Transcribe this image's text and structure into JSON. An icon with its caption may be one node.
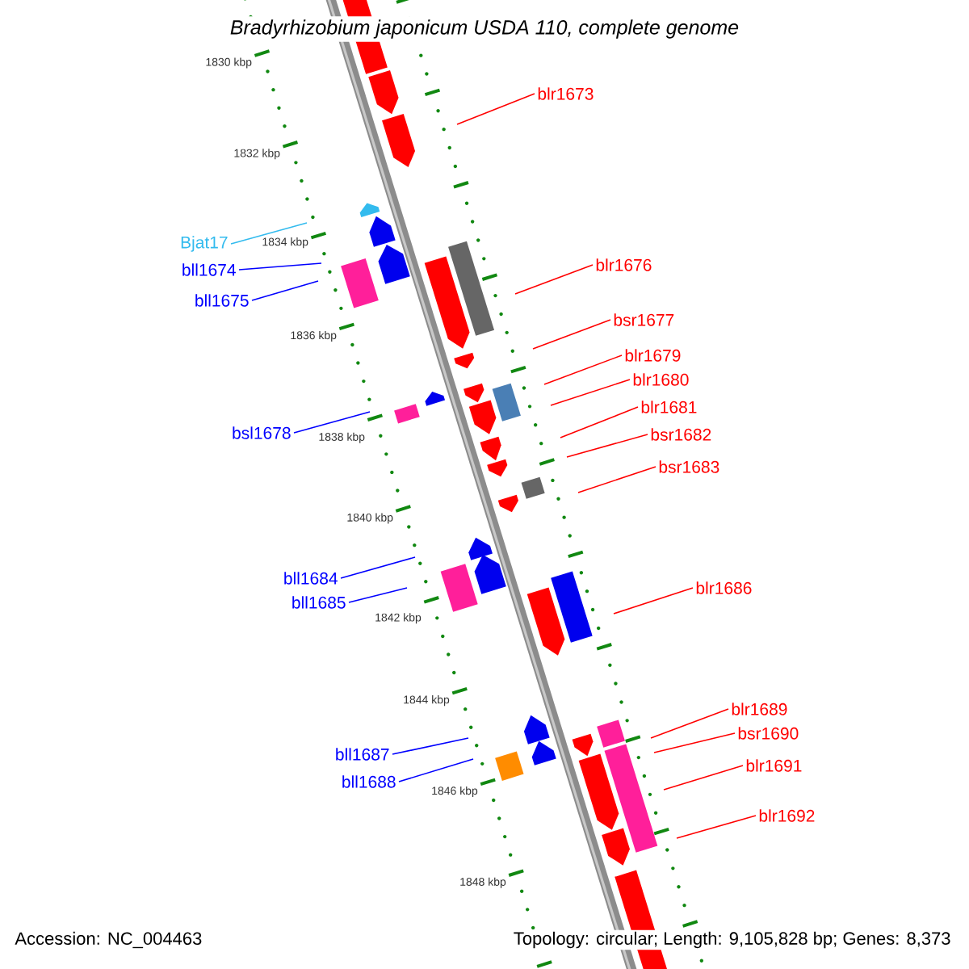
{
  "diagram": {
    "title": "Bradyrhizobium japonicum USDA 110, complete genome",
    "nodes": [
      {
        "text": [
          "blr1673"
        ]
      },
      {
        "text": [
          "Bjat17"
        ]
      },
      {
        "text": [
          "blr1676"
        ]
      },
      {
        "text": [
          "bll1674"
        ]
      },
      {
        "text": [
          "bll1675"
        ]
      },
      {
        "text": [
          "bsr1677"
        ]
      },
      {
        "text": [
          "blr1679"
        ]
      },
      {
        "text": [
          "blr1680"
        ]
      },
      {
        "text": [
          "blr1681"
        ]
      },
      {
        "text": [
          "bsl1678"
        ]
      },
      {
        "text": [
          "bsr1682"
        ]
      },
      {
        "text": [
          "bsr1683"
        ]
      },
      {
        "text": [
          "bll1684"
        ]
      },
      {
        "text": [
          "blr1686"
        ]
      },
      {
        "text": [
          "bll1685"
        ]
      },
      {
        "text": [
          "blr1689"
        ]
      },
      {
        "text": [
          "bsr1690"
        ]
      },
      {
        "text": [
          "bll1687"
        ]
      },
      {
        "text": [
          "blr1691"
        ]
      },
      {
        "text": [
          "bll1688"
        ]
      },
      {
        "text": [
          "blr1692"
        ]
      }
    ],
    "edges": [
      {
        "from": 0,
        "to": null,
        "arrow": "none"
      },
      {
        "from": 1,
        "to": null,
        "arrow": "none",
        "color": "#33bbee"
      },
      {
        "from": 2,
        "to": null,
        "arrow": "none"
      },
      {
        "from": 3,
        "to": null,
        "arrow": "none",
        "color": "#0000ff"
      },
      {
        "from": 4,
        "to": null,
        "arrow": "none",
        "color": "#0000ff"
      },
      {
        "from": 5,
        "to": null,
        "arrow": "none"
      },
      {
        "from": 6,
        "to": null,
        "arrow": "none"
      },
      {
        "from": 7,
        "to": null,
        "arrow": "none"
      },
      {
        "from": 8,
        "to": null,
        "arrow": "none"
      },
      {
        "from": 9,
        "to": null,
        "arrow": "none",
        "color": "#0000ff"
      },
      {
        "from": 10,
        "to": null,
        "arrow": "none"
      },
      {
        "from": 11,
        "to": null,
        "arrow": "none"
      },
      {
        "from": 12,
        "to": null,
        "arrow": "none",
        "color": "#0000ff"
      },
      {
        "from": 13,
        "to": null,
        "arrow": "none"
      },
      {
        "from": 14,
        "to": null,
        "arrow": "none",
        "color": "#0000ff"
      },
      {
        "from": 15,
        "to": null,
        "arrow": "none"
      },
      {
        "from": 16,
        "to": null,
        "arrow": "none"
      },
      {
        "from": 17,
        "to": null,
        "arrow": "none",
        "color": "#0000ff"
      },
      {
        "from": 18,
        "to": null,
        "arrow": "none"
      },
      {
        "from": 19,
        "to": null,
        "arrow": "none",
        "color": "#0000ff"
      },
      {
        "from": 20,
        "to": null,
        "arrow": "none"
      }
    ],
    "labels": [
      "1830 kbp",
      "1832 kbp",
      "1834 kbp",
      "1836 kbp",
      "1838 kbp",
      "1840 kbp",
      "1842 kbp",
      "1844 kbp",
      "1846 kbp",
      "1848 kbp",
      "Accession: NC_004463",
      "Topology: circular; Length: 9,105,828 bp; Genes: 8,373"
    ]
  }
}
